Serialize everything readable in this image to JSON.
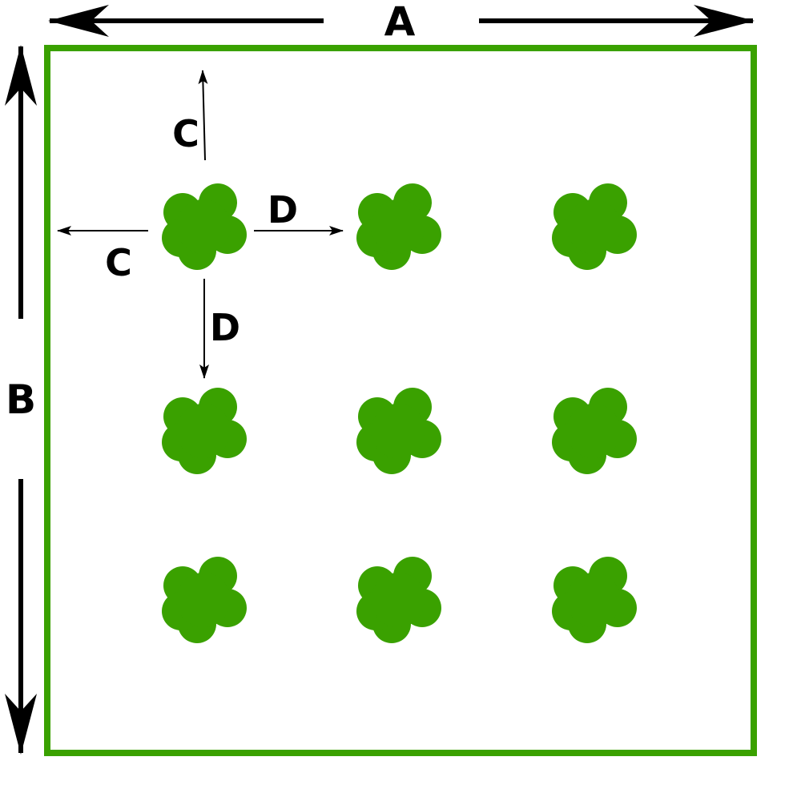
{
  "colors": {
    "plot_border": "#3aa100",
    "plant": "#3aa100",
    "arrow": "#000000",
    "background": "#ffffff"
  },
  "labels": {
    "a": "A",
    "b": "B",
    "c": "C",
    "d": "D"
  },
  "plants": {
    "rows": 3,
    "columns": 3,
    "icon": "plant-icon"
  }
}
